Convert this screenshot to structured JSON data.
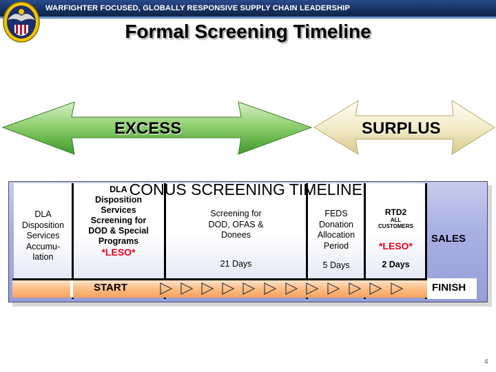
{
  "header": {
    "banner_text": "WARFIGHTER FOCUSED, GLOBALLY RESPONSIVE SUPPLY CHAIN LEADERSHIP",
    "seal_icon": "dla-seal-icon"
  },
  "title": "Formal Screening Timeline",
  "arrows": {
    "excess": "EXCESS",
    "surplus": "SURPLUS",
    "excess_color": "#4caf3a",
    "surplus_color": "#efe5c0"
  },
  "timeline": {
    "title": "CONUS SCREENING TIMELINE:",
    "stages": [
      {
        "lines": [
          "DLA",
          "Disposition",
          "Services",
          "Accumu-",
          "lation"
        ]
      },
      {
        "lines": [
          "DLA",
          "Disposition",
          "Services",
          "Screening for",
          "DOD & Special",
          "Programs"
        ],
        "note": "*LESO*"
      },
      {
        "lines": [
          "Screening for",
          "DOD, OFAS &",
          "Donees"
        ],
        "duration": "21 Days"
      },
      {
        "lines": [
          "FEDS",
          "Donation",
          "Allocation",
          "Period"
        ],
        "duration": "5 Days"
      },
      {
        "title": "RTD2",
        "sub": [
          "ALL",
          "CUSTOMERS"
        ],
        "note": "*LESO*",
        "duration": "2 Days"
      }
    ],
    "sales": "SALES",
    "start": "START",
    "finish": "FINISH",
    "note_color": "#e8001c"
  },
  "slide_number": "4"
}
